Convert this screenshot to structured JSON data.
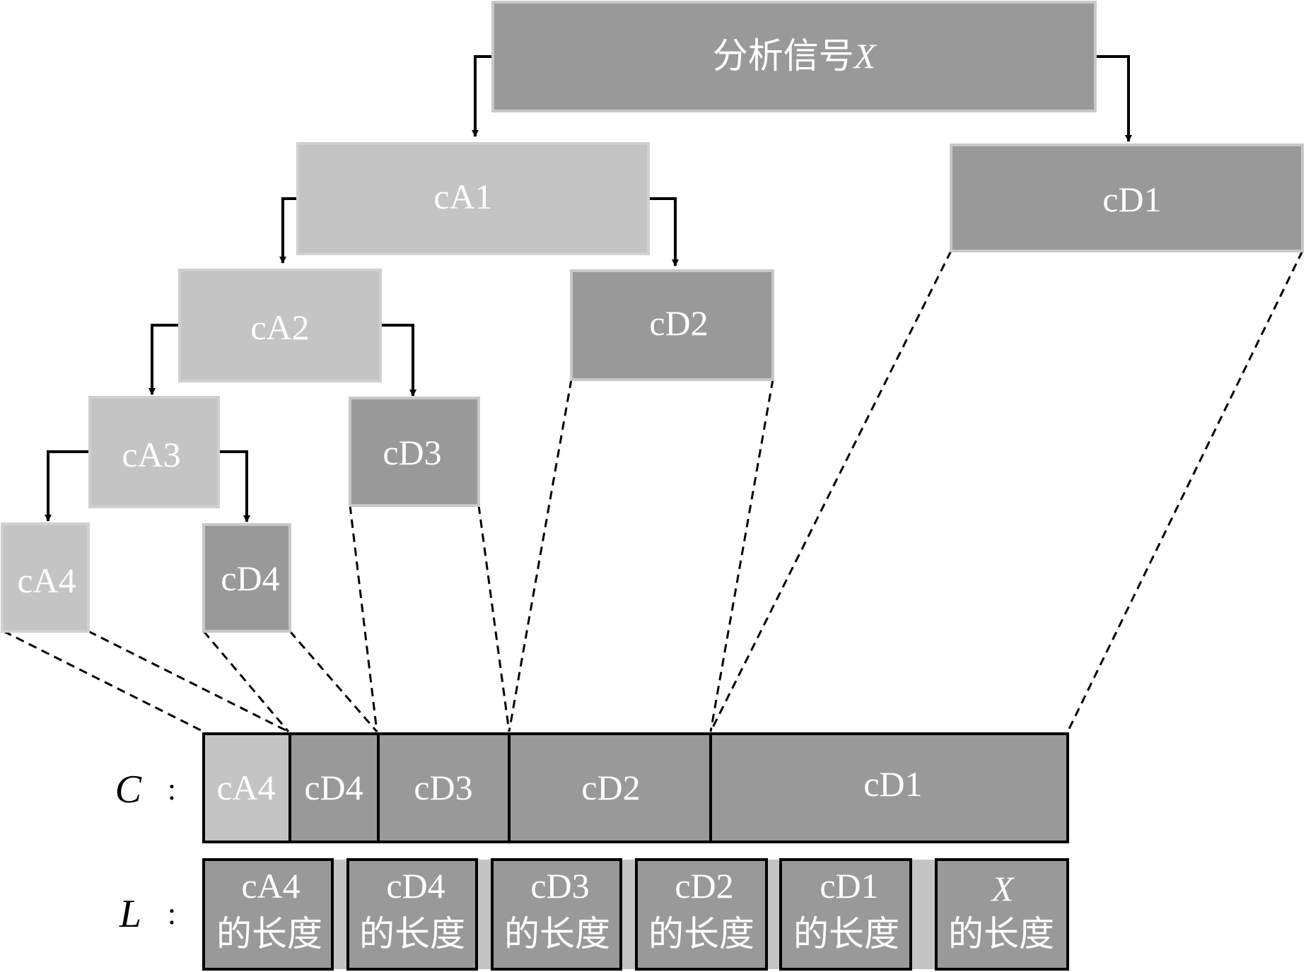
{
  "tree": {
    "root": {
      "label": "分析信号",
      "var": "X"
    },
    "nodes": [
      {
        "id": "cA1",
        "label": "cA1"
      },
      {
        "id": "cD1",
        "label": "cD1"
      },
      {
        "id": "cA2",
        "label": "cA2"
      },
      {
        "id": "cD2",
        "label": "cD2"
      },
      {
        "id": "cA3",
        "label": "cA3"
      },
      {
        "id": "cD3",
        "label": "cD3"
      },
      {
        "id": "cA4",
        "label": "cA4"
      },
      {
        "id": "cD4",
        "label": "cD4"
      }
    ]
  },
  "c_row": {
    "label": "C",
    "separator": ":",
    "cells": [
      "cA4",
      "cD4",
      "cD3",
      "cD2",
      "cD1"
    ]
  },
  "l_row": {
    "label": "L",
    "separator": ":",
    "cells": [
      {
        "top": "cA4",
        "bottom": "的长度"
      },
      {
        "top": "cD4",
        "bottom": "的长度"
      },
      {
        "top": "cD3",
        "bottom": "的长度"
      },
      {
        "top": "cD2",
        "bottom": "的长度"
      },
      {
        "top": "cD1",
        "bottom": "的长度"
      },
      {
        "top": "X",
        "bottom": "的长度"
      }
    ]
  },
  "colors": {
    "detail_fill": "#999999",
    "approx_fill": "#c4c4c4",
    "box_border": "#c8c8c8",
    "bar_border": "#000000",
    "text": "#ffffff"
  }
}
